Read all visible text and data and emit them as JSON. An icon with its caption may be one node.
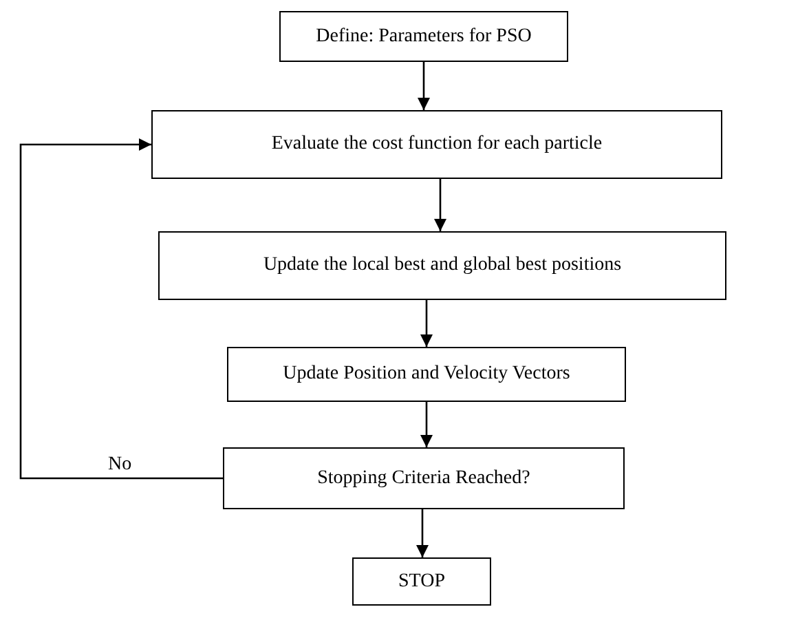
{
  "diagram": {
    "nodes": [
      {
        "text": [
          "Define: Parameters for PSO"
        ]
      },
      {
        "text": [
          "Evaluate the cost function for each particle"
        ]
      },
      {
        "text": [
          "Update the local best and global best positions"
        ]
      },
      {
        "text": [
          "Update Position and Velocity Vectors"
        ]
      },
      {
        "text": [
          "Stopping Criteria Reached?"
        ]
      },
      {
        "text": [
          "STOP"
        ]
      }
    ],
    "edges": [
      {
        "from": 0,
        "to": 1,
        "arrow": "to"
      },
      {
        "from": 1,
        "to": 2,
        "arrow": "to"
      },
      {
        "from": 2,
        "to": 3,
        "arrow": "to"
      },
      {
        "from": 3,
        "to": 4,
        "arrow": "to"
      },
      {
        "from": 4,
        "to": 5,
        "arrow": "to"
      },
      {
        "from": 4,
        "to": 1,
        "arrow": "to",
        "label": "No"
      }
    ]
  }
}
